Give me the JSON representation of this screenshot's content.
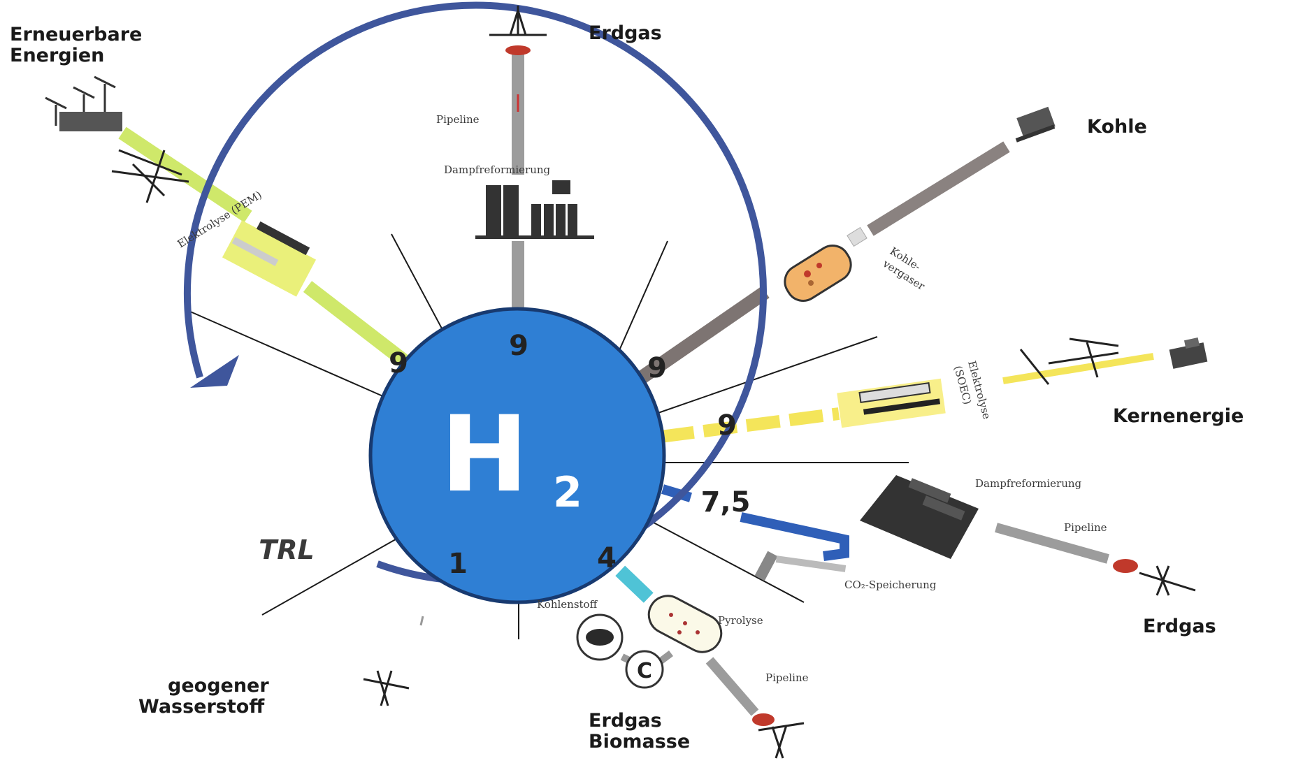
{
  "center_label": {
    "main": "H",
    "sub": "2"
  },
  "trl_label": "TRL",
  "sources": {
    "renewables": "Erneuerbare\nEnergien",
    "renewables_line1": "Erneuerbare",
    "renewables_line2": "Energien",
    "natural_gas_top": "Erdgas",
    "coal": "Kohle",
    "nuclear": "Kernenergie",
    "natural_gas_right": "Erdgas",
    "biomass_line1": "Erdgas",
    "biomass_line2": "Biomasse",
    "geogenic_line1": "geogener",
    "geogenic_line2": "Wasserstoff"
  },
  "process_labels": {
    "pipeline_top": "Pipeline",
    "steam_reforming_top": "Dampfreformierung",
    "electrolysis_pem": "Elektrolyse (PEM)",
    "coal_gasifier_1": "Kohle-",
    "coal_gasifier_2": "vergaser",
    "electrolysis_soec_1": "Elektrolyse",
    "electrolysis_soec_2": "(SOEC)",
    "steam_reforming_right": "Dampfreformierung",
    "pipeline_right": "Pipeline",
    "co2_storage": "CO₂-Speicherung",
    "carbon": "Kohlenstoff",
    "pyrolysis": "Pyrolyse",
    "carbon_symbol": "C",
    "pipeline_bottom": "Pipeline"
  },
  "trl_values": {
    "renewables": "9",
    "steam_reforming": "9",
    "coal": "9",
    "nuclear": "9",
    "ccs": "7,5",
    "pyrolysis": "4",
    "geogenic": "1"
  },
  "colors": {
    "h2_circle": "#2f7fd4",
    "arrow": "#3f569c",
    "renewables_path": "#cfe86a",
    "gas_path": "#9c9c9c",
    "coal_path": "#7d7472",
    "nuclear_path": "#f4e55a",
    "ccs_path": "#2f5fb8",
    "pyrolysis_path": "#4fc3d6"
  }
}
